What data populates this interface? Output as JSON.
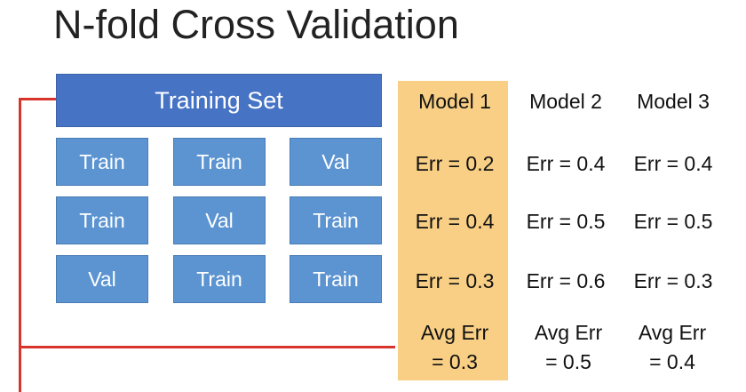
{
  "title": "N-fold Cross Validation",
  "training_set_label": "Training Set",
  "folds": [
    [
      "Train",
      "Train",
      "Val"
    ],
    [
      "Train",
      "Val",
      "Train"
    ],
    [
      "Val",
      "Train",
      "Train"
    ]
  ],
  "models": [
    {
      "name": "Model 1",
      "errors": [
        "Err = 0.2",
        "Err = 0.4",
        "Err = 0.3"
      ],
      "avg_label": "Avg Err",
      "avg_value": "= 0.3",
      "highlighted": true
    },
    {
      "name": "Model 2",
      "errors": [
        "Err = 0.4",
        "Err = 0.5",
        "Err = 0.6"
      ],
      "avg_label": "Avg Err",
      "avg_value": "= 0.5",
      "highlighted": false
    },
    {
      "name": "Model 3",
      "errors": [
        "Err = 0.4",
        "Err = 0.5",
        "Err = 0.3"
      ],
      "avg_label": "Avg Err",
      "avg_value": "= 0.4",
      "highlighted": false
    }
  ],
  "colors": {
    "training_set": "#4673c4",
    "fold": "#5b94d1",
    "highlight": "#f8cf84",
    "connector": "#d9342b"
  }
}
